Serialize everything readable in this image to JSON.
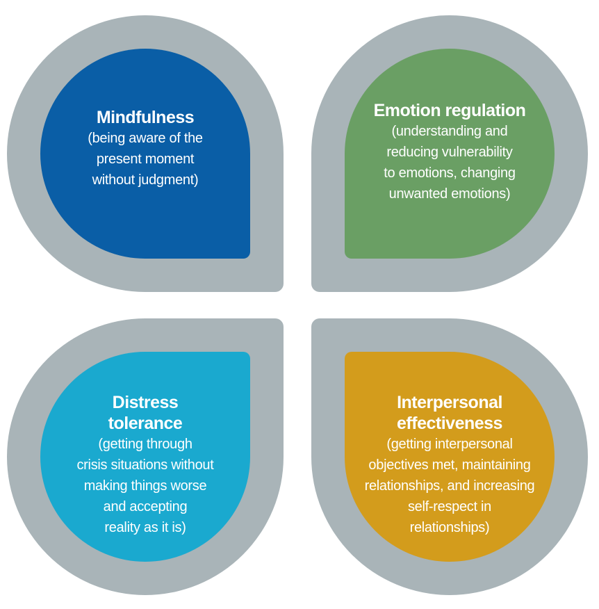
{
  "skills": [
    {
      "title": "Mindfulness",
      "description": "(being aware of the\npresent moment\nwithout judgment)",
      "color": "#0a5ea6"
    },
    {
      "title": "Emotion regulation",
      "description": "(understanding and\nreducing vulnerability\nto emotions, changing\nunwanted emotions)",
      "color": "#6a9f64"
    },
    {
      "title": "Distress\ntolerance",
      "description": "(getting through\ncrisis situations without\nmaking things worse\nand accepting\nreality as it is)",
      "color": "#1aa9cf"
    },
    {
      "title": "Interpersonal\neffectiveness",
      "description": "(getting interpersonal\nobjectives met, maintaining\nrelationships, and increasing\nself-respect in\nrelationships)",
      "color": "#d39c1c"
    }
  ],
  "ring_color": "#a9b4b8"
}
